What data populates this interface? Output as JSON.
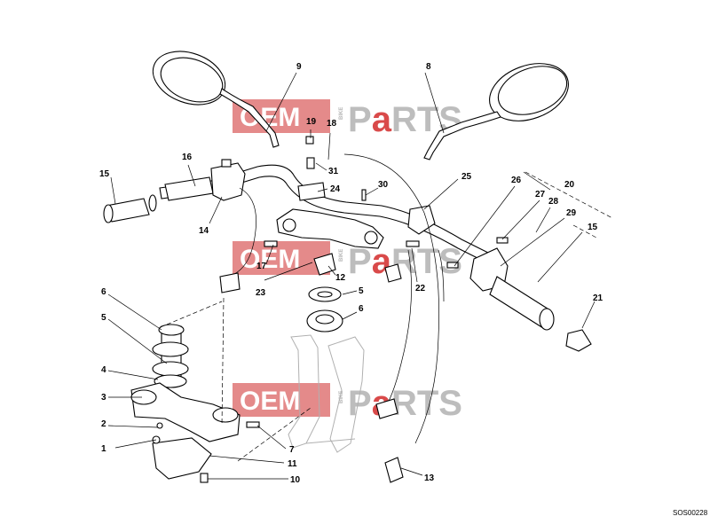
{
  "diagram_code": "SOS00228",
  "watermark": {
    "oem": "OEM",
    "parts": "PaRTS",
    "small": "BIKE",
    "red": "#d94a4a",
    "gray": "#bdbdbd"
  },
  "labels": {
    "c1": "1",
    "c2": "2",
    "c3": "3",
    "c4": "4",
    "c5a": "5",
    "c5b": "5",
    "c6a": "6",
    "c6b": "6",
    "c7": "7",
    "c8": "8",
    "c9": "9",
    "c10": "10",
    "c11": "11",
    "c12": "12",
    "c13": "13",
    "c14": "14",
    "c15a": "15",
    "c15b": "15",
    "c16": "16",
    "c17": "17",
    "c18": "18",
    "c19": "19",
    "c20": "20",
    "c21": "21",
    "c22": "22",
    "c23": "23",
    "c24": "24",
    "c25": "25",
    "c26": "26",
    "c27": "27",
    "c28": "28",
    "c29": "29",
    "c30": "30",
    "c31": "31"
  }
}
